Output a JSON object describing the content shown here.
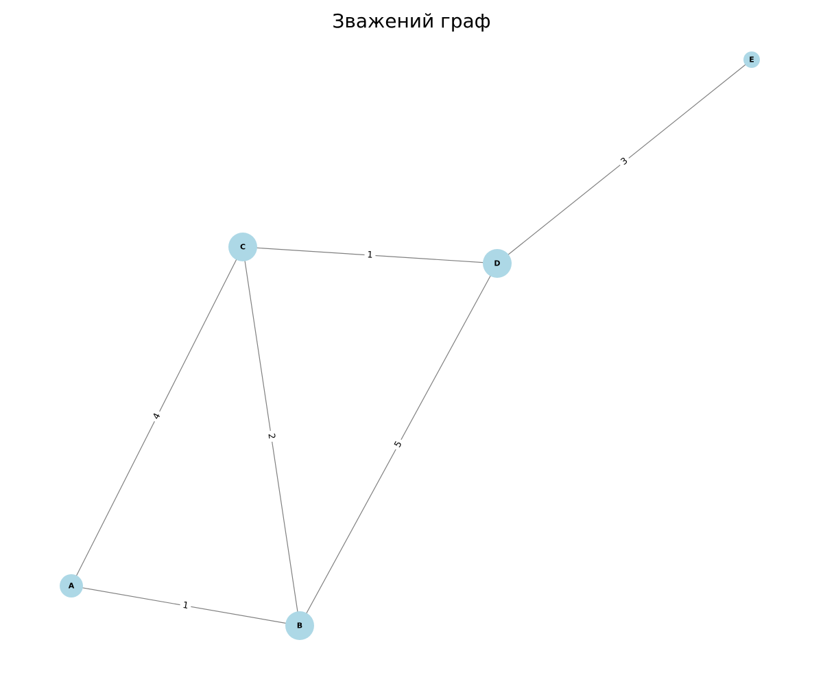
{
  "title": "Зважений граф",
  "colors": {
    "node_fill": "#add8e6",
    "edge_stroke": "#808080",
    "text": "#000000"
  },
  "nodes": [
    {
      "id": "A",
      "label": "A"
    },
    {
      "id": "B",
      "label": "B"
    },
    {
      "id": "C",
      "label": "C"
    },
    {
      "id": "D",
      "label": "D"
    },
    {
      "id": "E",
      "label": "E"
    }
  ],
  "edges": [
    {
      "source": "A",
      "target": "B",
      "weight": "1"
    },
    {
      "source": "A",
      "target": "C",
      "weight": "4"
    },
    {
      "source": "B",
      "target": "C",
      "weight": "2"
    },
    {
      "source": "B",
      "target": "D",
      "weight": "5"
    },
    {
      "source": "C",
      "target": "D",
      "weight": "1"
    },
    {
      "source": "D",
      "target": "E",
      "weight": "3"
    }
  ]
}
